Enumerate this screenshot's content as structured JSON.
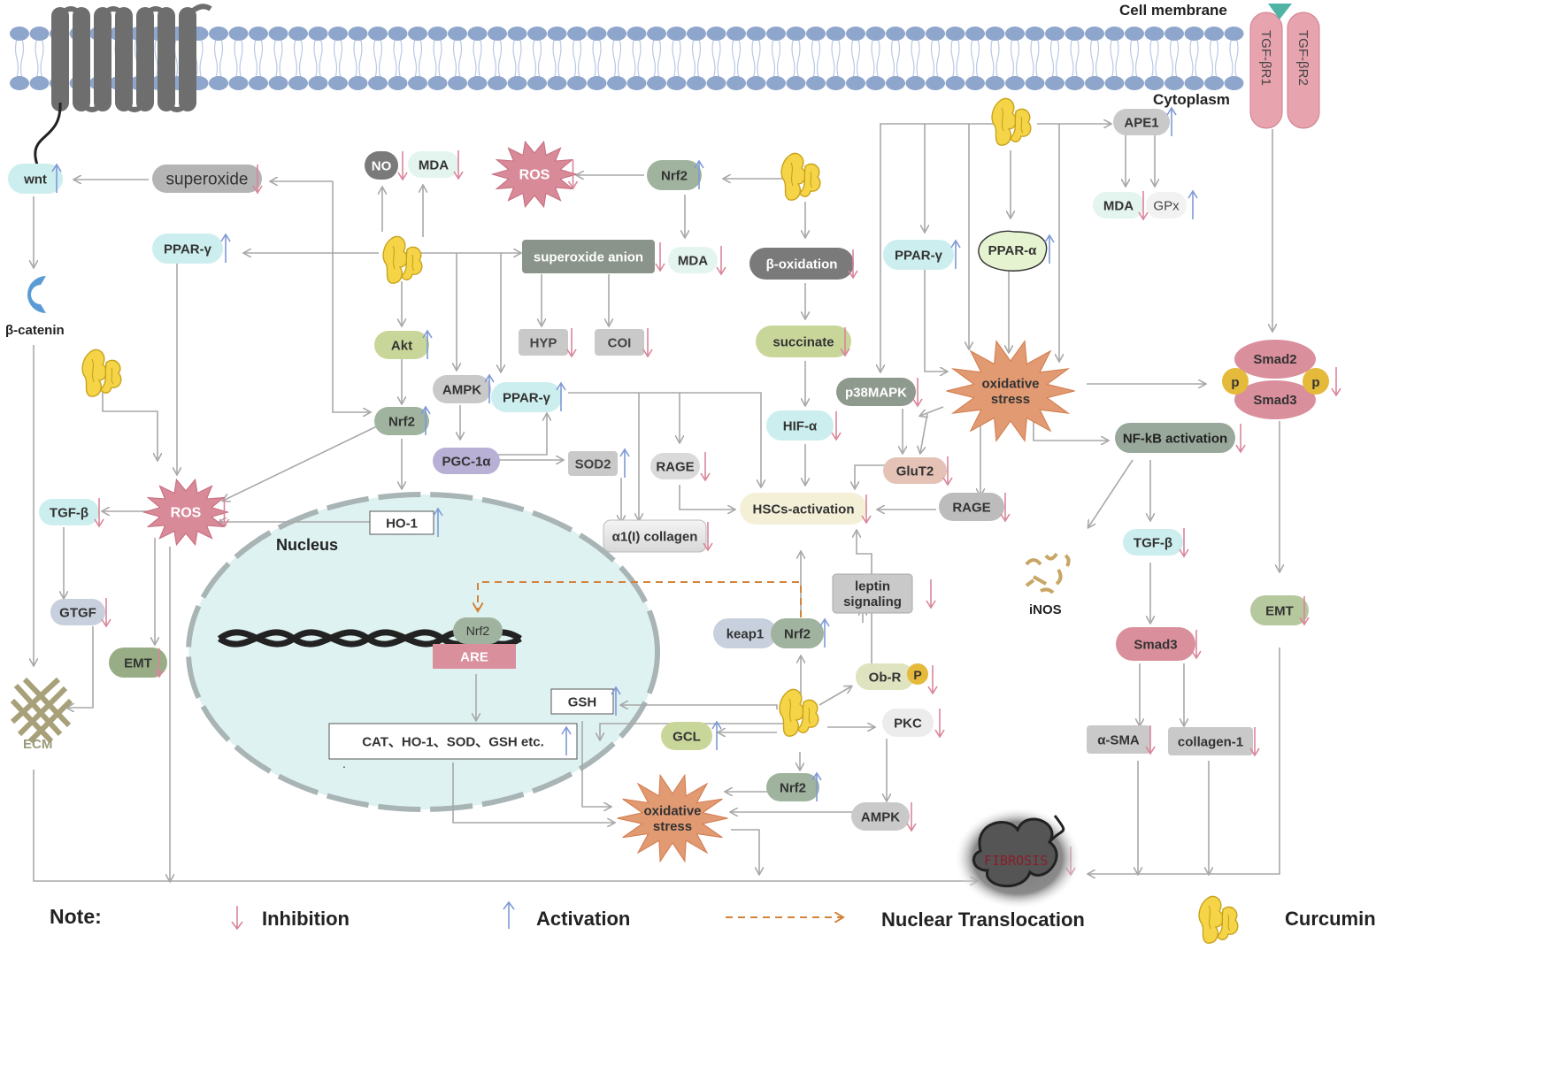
{
  "colors": {
    "inhibition": "#d9859a",
    "activation": "#7f99d6",
    "translocation": "#d4843a",
    "arrow": "#a8a8a8",
    "membrane_head": "#8fa6cc",
    "nucleus_fill": "#dff2f2",
    "curcumin": "#f5d547"
  },
  "labels": {
    "cell_membrane": "Cell membrane",
    "cytoplasm": "Cytoplasm",
    "nucleus": "Nucleus",
    "tgfbr1": "TGF-βR1",
    "tgfbr2": "TGF-βR2",
    "beta_catenin": "β-catenin",
    "ecm": "ECM",
    "inos": "iNOS",
    "fibrosis": "FIBROSIS",
    "dot": "."
  },
  "nodes": {
    "wnt": "wnt",
    "superoxide": "superoxide",
    "no": "NO",
    "mda_top": "MDA",
    "ros_top": "ROS",
    "nrf2_top": "Nrf2",
    "ppar_g_left": "PPAR-γ",
    "superoxide_anion": "superoxide anion",
    "mda_mid": "MDA",
    "beta_oxidation": "β-oxidation",
    "hyp": "HYP",
    "col": "COI",
    "akt": "Akt",
    "ampk_mid": "AMPK",
    "ppar_g_mid": "PPAR-γ",
    "succinate": "succinate",
    "nrf2_left": "Nrf2",
    "pgc1a": "PGC-1α",
    "sod2": "SOD2",
    "rage_mid": "RAGE",
    "hif_a": "HIF-α",
    "ros_left": "ROS",
    "tgfb_left": "TGF-β",
    "ho1": "HO-1",
    "collagen_a1": "α1(I) collagen",
    "hsc_activation": "HSCs-activation",
    "rage_right": "RAGE",
    "gtgf": "GTGF",
    "emt_left": "EMT",
    "nrf2_nuc": "Nrf2",
    "are": "ARE",
    "keap1": "keap1",
    "nrf2_keap": "Nrf2",
    "leptin": "leptin\nsignaling",
    "obr": "Ob-R",
    "p": "P",
    "gsh": "GSH",
    "cat_list": "CAT、HO-1、SOD、GSH etc.",
    "gcl": "GCL",
    "pkc": "PKC",
    "nrf2_bottom": "Nrf2",
    "ampk_bottom": "AMPK",
    "ox_bottom": "oxidative\nstress",
    "apei": "APE1",
    "mda_right": "MDA",
    "gpx": "GPx",
    "ppar_g_right": "PPAR-γ",
    "ppar_a": "PPAR-α",
    "p38": "p38MAPK",
    "ox_mid": "oxidative\nstress",
    "glut2": "GluT2",
    "smad2": "Smad2",
    "smad3_pair": "Smad3",
    "p_left": "p",
    "p_right": "p",
    "nfkb": "NF-kB activation",
    "tgfb_right": "TGF-β",
    "smad3": "Smad3",
    "emt_right": "EMT",
    "a_sma": "α-SMA",
    "collagen1": "collagen-1"
  },
  "legend": {
    "note": "Note:",
    "inhibition": "Inhibition",
    "activation": "Activation",
    "translocation": "Nuclear Translocation",
    "curcumin": "Curcumin"
  }
}
